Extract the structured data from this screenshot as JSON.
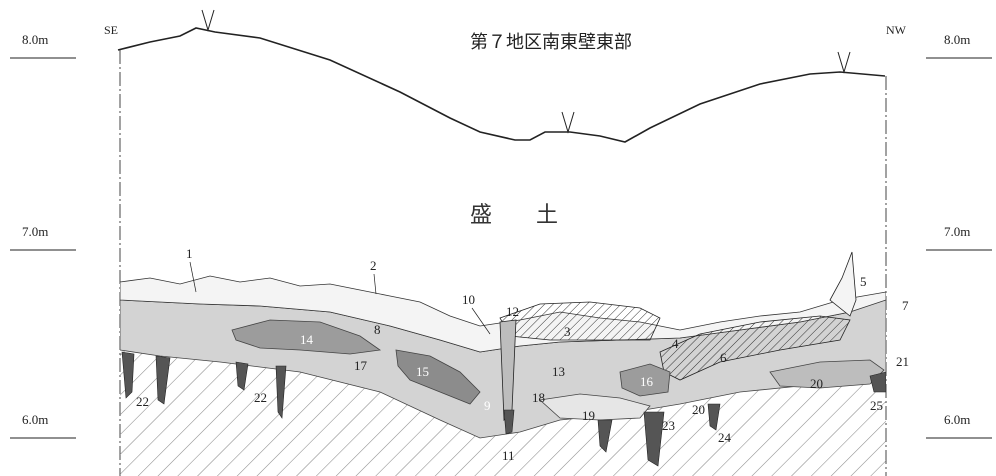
{
  "title": "第７地区南東壁東部",
  "direction_left": "SE",
  "direction_right": "NW",
  "fill_label_1": "盛",
  "fill_label_2": "土",
  "levels": [
    {
      "label": "8.0m",
      "elevation": 8.0
    },
    {
      "label": "7.0m",
      "elevation": 7.0
    },
    {
      "label": "6.0m",
      "elevation": 6.0
    }
  ],
  "layer_labels": [
    "1",
    "2",
    "3",
    "4",
    "5",
    "6",
    "7",
    "8",
    "9",
    "10",
    "11",
    "12",
    "13",
    "14",
    "15",
    "16",
    "17",
    "18",
    "19",
    "20",
    "20",
    "21",
    "22",
    "22",
    "23",
    "24",
    "25"
  ],
  "colors": {
    "line": "#222222",
    "layer_light": "#cfcfcf",
    "layer_mid": "#9a9a9a",
    "layer_dark": "#5a5a5a",
    "hatch": "#555555"
  }
}
